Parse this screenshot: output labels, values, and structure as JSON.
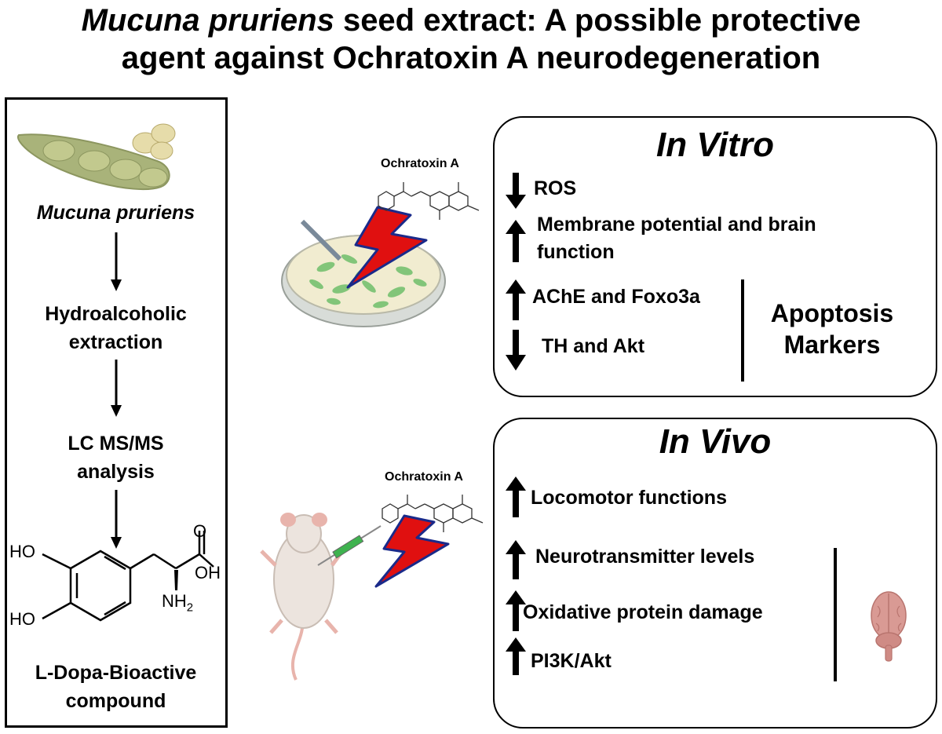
{
  "title": {
    "italic": "Mucuna pruriens",
    "line1_rest": " seed extract: A possible protective",
    "line2": "agent against Ochratoxin A neurodegeneration"
  },
  "left_panel": {
    "plant_label": "Mucuna pruriens",
    "step1": "Hydroalcoholic extraction",
    "step1a": "Hydroalcoholic",
    "step1b": "extraction",
    "step2a": "LC MS/MS",
    "step2b": "analysis",
    "molecule": {
      "ho_top": "HO",
      "ho_bottom": "HO",
      "oh": "OH",
      "o": "O",
      "nh": "NH",
      "sub2": "2"
    },
    "compound_a": "L-Dopa-Bioactive",
    "compound_b": "compound"
  },
  "toxin_label": "Ochratoxin A",
  "in_vitro": {
    "title": "In Vitro",
    "items": [
      {
        "direction": "down",
        "text": "ROS"
      },
      {
        "direction": "up",
        "text_a": "Membrane potential and brain",
        "text_b": "function"
      },
      {
        "direction": "up",
        "text": "AChE and Foxo3a"
      },
      {
        "direction": "down",
        "text": "TH and Akt"
      }
    ],
    "group_label_a": "Apoptosis",
    "group_label_b": "Markers"
  },
  "in_vivo": {
    "title": "In Vivo",
    "items": [
      {
        "direction": "up",
        "text": "Locomotor functions"
      },
      {
        "direction": "up",
        "text": "Neurotransmitter levels"
      },
      {
        "direction": "up",
        "text": "Oxidative protein damage"
      },
      {
        "direction": "up",
        "text": "PI3K/Akt"
      }
    ]
  },
  "colors": {
    "bolt_red": "#e01010",
    "bolt_outline": "#1a2a8a",
    "pod_green": "#a9b37a",
    "dish_green": "#6fbf6a",
    "brain_pink": "#d99a94",
    "mouse_body": "#ece4de",
    "mouse_pink": "#e8b4ac",
    "syringe_green": "#3fb24f"
  }
}
